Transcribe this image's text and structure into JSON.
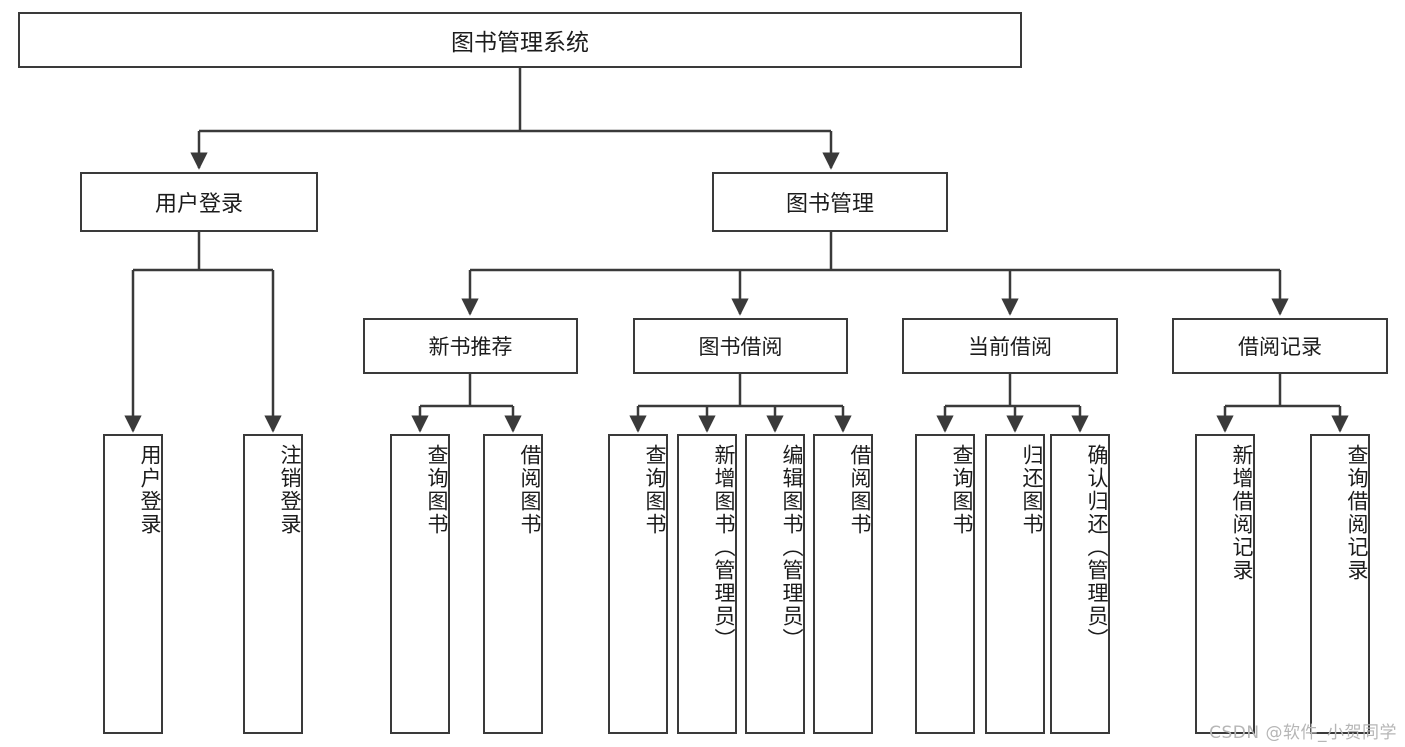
{
  "diagram": {
    "title": "图书管理系统",
    "watermark": "CSDN @软件_小贺同学",
    "stroke_color": "#3a3a3a",
    "text_color": "#1c1c1c",
    "background_color": "#ffffff",
    "watermark_color": "#b6b6b6",
    "root": {
      "label": "图书管理系统"
    },
    "level1": [
      {
        "label": "用户登录"
      },
      {
        "label": "图书管理"
      }
    ],
    "level2": [
      {
        "label": "新书推荐"
      },
      {
        "label": "图书借阅"
      },
      {
        "label": "当前借阅"
      },
      {
        "label": "借阅记录"
      }
    ],
    "leaves": [
      {
        "label": "用户登录",
        "parent": "用户登录"
      },
      {
        "label": "注销登录",
        "parent": "用户登录"
      },
      {
        "label": "查询图书",
        "parent": "新书推荐"
      },
      {
        "label": "借阅图书",
        "parent": "新书推荐"
      },
      {
        "label": "查询图书",
        "parent": "图书借阅"
      },
      {
        "label": "新增图书（管理员）",
        "parent": "图书借阅"
      },
      {
        "label": "编辑图书（管理员）",
        "parent": "图书借阅"
      },
      {
        "label": "借阅图书",
        "parent": "图书借阅"
      },
      {
        "label": "查询图书",
        "parent": "当前借阅"
      },
      {
        "label": "归还图书",
        "parent": "当前借阅"
      },
      {
        "label": "确认归还（管理员）",
        "parent": "当前借阅"
      },
      {
        "label": "新增借阅记录",
        "parent": "借阅记录"
      },
      {
        "label": "查询借阅记录",
        "parent": "借阅记录"
      }
    ]
  }
}
